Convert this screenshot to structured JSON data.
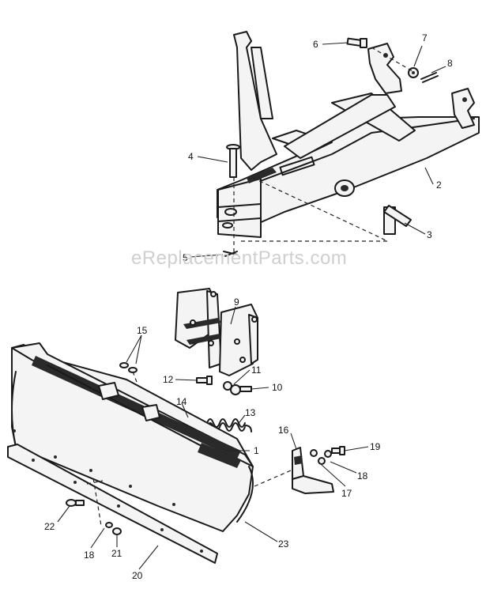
{
  "watermark": "eReplacementParts.com",
  "callouts": {
    "c1": "1",
    "c2": "2",
    "c3": "3",
    "c4": "4",
    "c5": "5",
    "c6": "6",
    "c7": "7",
    "c8": "8",
    "c9": "9",
    "c10": "10",
    "c11": "11",
    "c12": "12",
    "c13": "13",
    "c14": "14",
    "c15": "15",
    "c16": "16",
    "c17": "17",
    "c18a": "18",
    "c18b": "18",
    "c19": "19",
    "c20": "20",
    "c21": "21",
    "c22": "22",
    "c23": "23"
  },
  "colors": {
    "line": "#1a1a1a",
    "watermark": "#cfcfcf",
    "background": "#ffffff"
  }
}
